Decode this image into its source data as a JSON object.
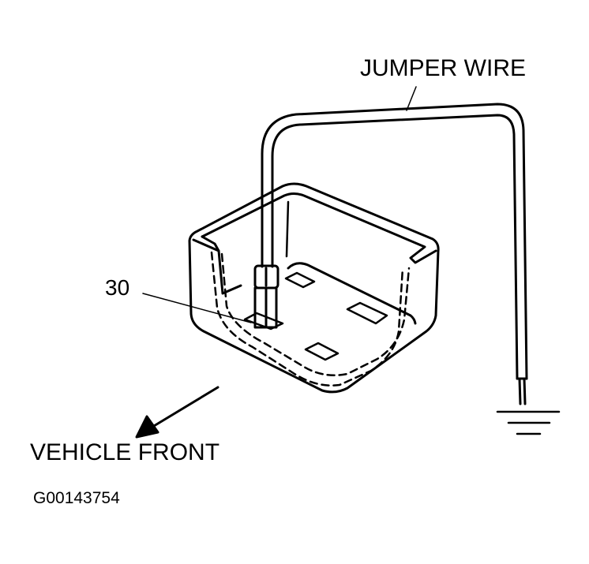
{
  "labels": {
    "jumper_wire": "JUMPER WIRE",
    "terminal_number": "30",
    "vehicle_front": "VEHICLE FRONT",
    "figure_id": "G00143754"
  }
}
